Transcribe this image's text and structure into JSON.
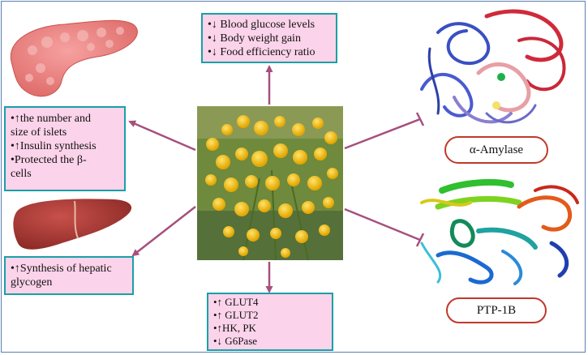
{
  "top_box": {
    "lines": [
      "•↓ Blood glucose  levels",
      "•↓ Body weight gain",
      "•↓  Food efficiency ratio"
    ]
  },
  "left_box": {
    "lines": [
      "•↑the number and",
      "size of islets",
      "•↑Insulin synthesis",
      "•Protected the β-",
      "cells"
    ]
  },
  "liver_box": {
    "lines": [
      "•↑Synthesis of hepatic",
      "glycogen"
    ]
  },
  "bottom_box": {
    "lines": [
      "•↑ GLUT4",
      "•↑ GLUT2",
      "•↑HK, PK",
      "•↓ G6Pase"
    ]
  },
  "targets": {
    "amylase": "α-Amylase",
    "ptp": "PTP-1B"
  },
  "colors": {
    "box_fill": "#fbd3ea",
    "box_border": "#1aa0a6",
    "arrow": "#a6507e",
    "pill_border": "#c0392b"
  }
}
